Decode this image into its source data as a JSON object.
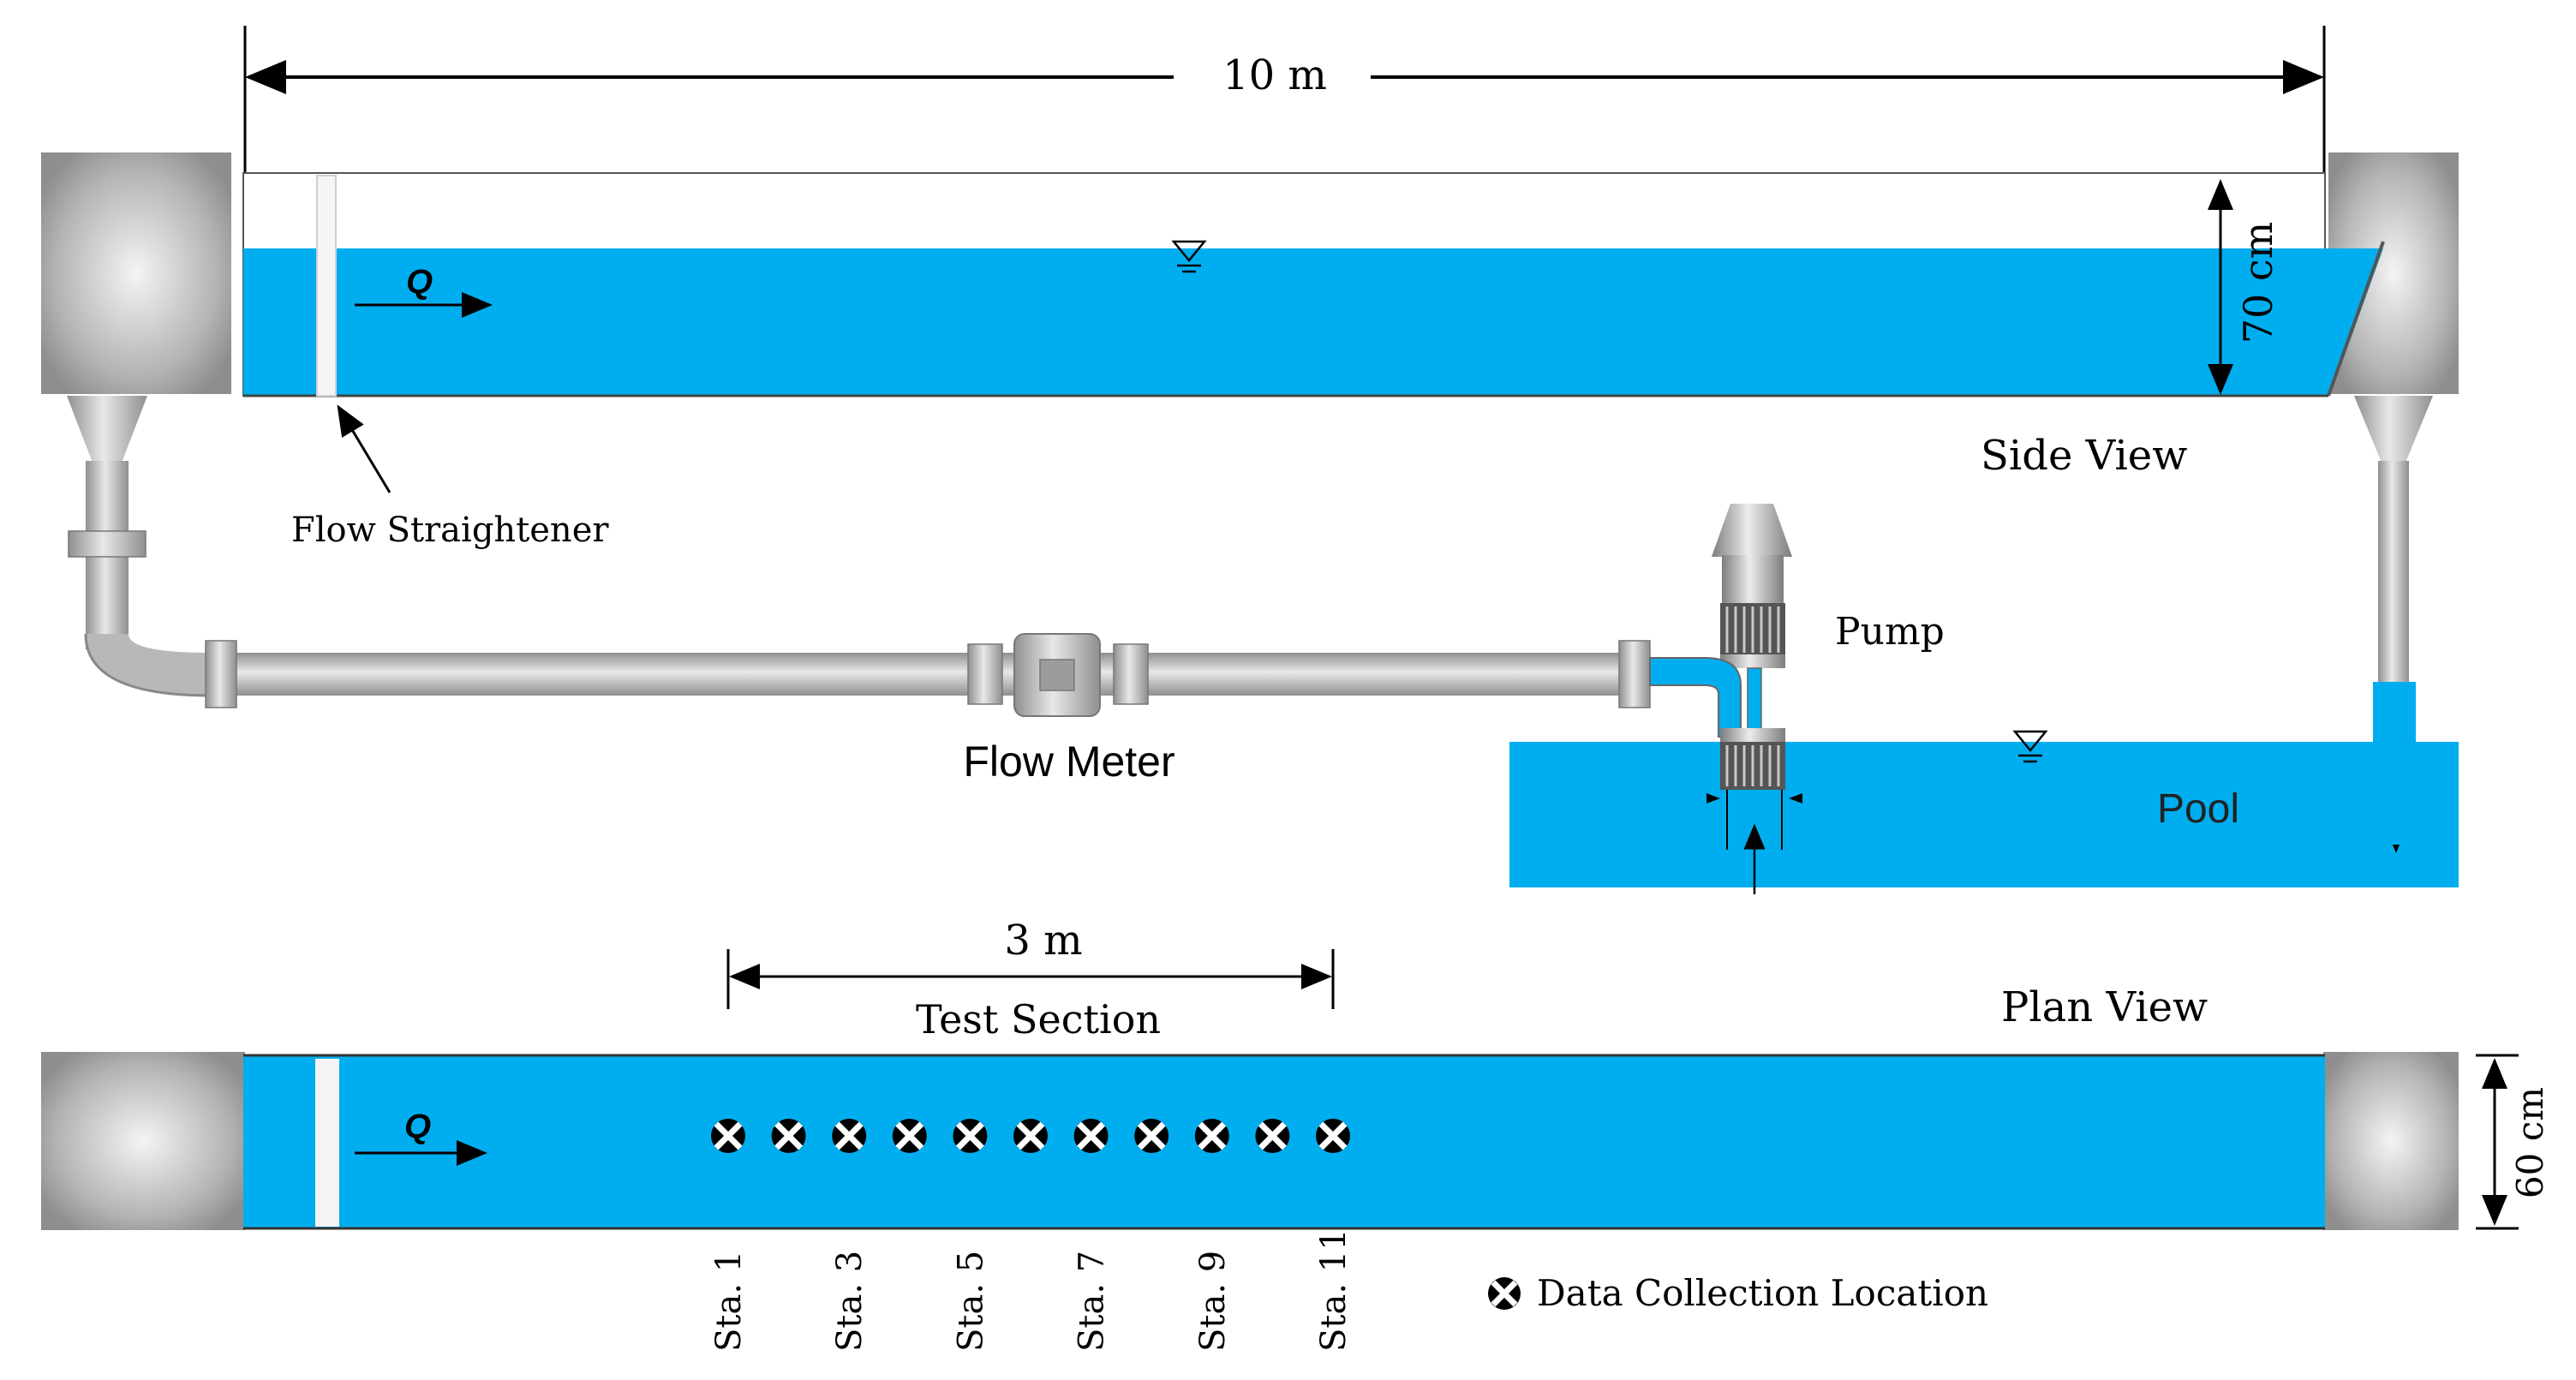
{
  "colors": {
    "water": "#00AEEF",
    "pipe": "#bfbfbf",
    "tank": "#a8a8a8",
    "line": "#000000",
    "text": "#000000",
    "background": "#ffffff"
  },
  "side_view": {
    "length_label": "10 m",
    "depth_label": "70 cm",
    "flow_label": "Q",
    "flow_straightener_label": "Flow Straightener",
    "view_label": "Side View",
    "pump_label": "Pump",
    "flow_meter_label": "Flow Meter",
    "pool_label": "Pool"
  },
  "plan_view": {
    "test_section_length_label": "3 m",
    "test_section_label": "Test Section",
    "view_label": "Plan View",
    "width_label": "60 cm",
    "flow_label": "Q",
    "station_labels": [
      "Sta. 1",
      "Sta. 3",
      "Sta. 5",
      "Sta. 7",
      "Sta. 9",
      "Sta. 11"
    ],
    "station_marker_count": 11,
    "legend_label": "Data Collection Location"
  },
  "icons": {
    "water_surface": "water-surface-triangle-icon",
    "station_marker": "crossed-circle-icon",
    "flow_arrow": "arrow-right-icon"
  }
}
